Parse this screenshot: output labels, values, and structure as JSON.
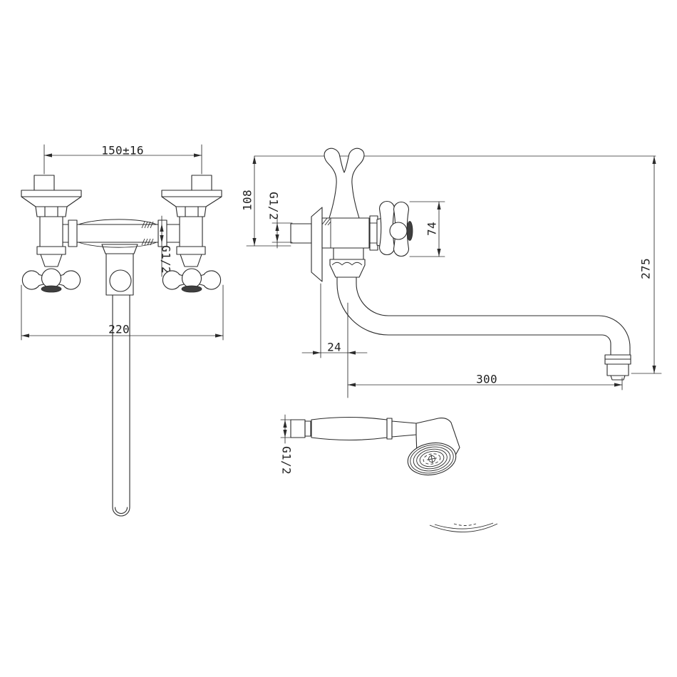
{
  "drawing": {
    "type": "faucet-technical-drawing",
    "front_view": {
      "center_distance": "150±16",
      "overall_width": "220",
      "thread": "G1/2"
    },
    "side_view": {
      "wall_to_top": "108",
      "thread": "G1/2",
      "handle_height": "74",
      "spout_offset": "24",
      "spout_reach": "300",
      "overall_height": "275"
    },
    "hand_shower": {
      "thread": "G1/2"
    },
    "colors": {
      "background": "#ffffff",
      "line": "#2b2b2b",
      "screw_cover": "#3f3f3f"
    }
  }
}
